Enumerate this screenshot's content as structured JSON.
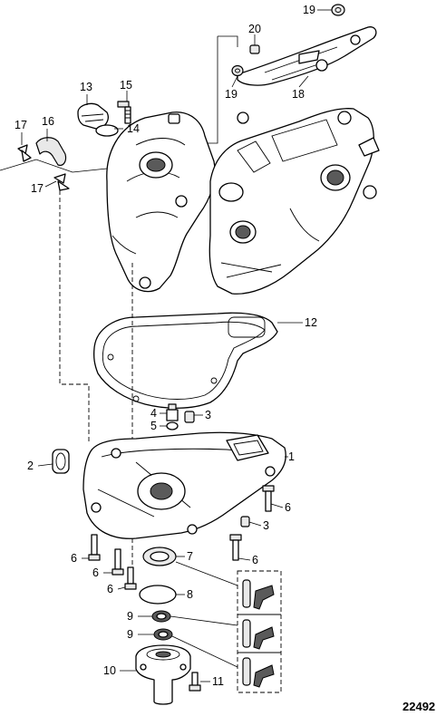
{
  "figure_number": "22492",
  "callouts": {
    "c1": "1",
    "c2": "2",
    "c3a": "3",
    "c3b": "3",
    "c4": "4",
    "c5": "5",
    "c6a": "6",
    "c6b": "6",
    "c6c": "6",
    "c6d": "6",
    "c6e": "6",
    "c7": "7",
    "c8": "8",
    "c9a": "9",
    "c9b": "9",
    "c10": "10",
    "c11": "11",
    "c12": "12",
    "c13": "13",
    "c14": "14",
    "c15": "15",
    "c16": "16",
    "c17a": "17",
    "c17b": "17",
    "c18": "18",
    "c19a": "19",
    "c19b": "19",
    "c20": "20"
  }
}
